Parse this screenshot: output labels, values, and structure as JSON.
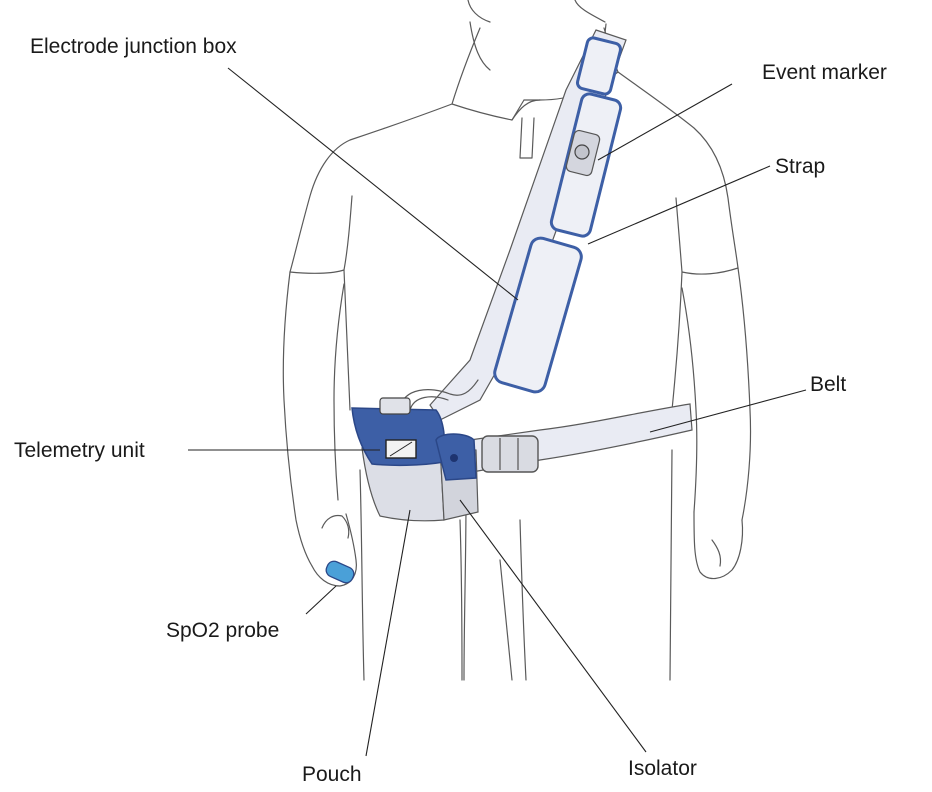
{
  "labels": {
    "electrode_junction_box": "Electrode junction box",
    "event_marker": "Event marker",
    "strap": "Strap",
    "belt": "Belt",
    "telemetry_unit": "Telemetry unit",
    "spo2_probe": "SpO2 probe",
    "pouch": "Pouch",
    "isolator": "Isolator"
  },
  "colors": {
    "strap_fill": "#e9ebf3",
    "device_blue": "#3d5fa6",
    "device_blue_dark": "#2b4788",
    "pouch_fill": "#dcdee6",
    "probe_blue": "#4aa0d8",
    "outline": "#5a5a5a"
  }
}
